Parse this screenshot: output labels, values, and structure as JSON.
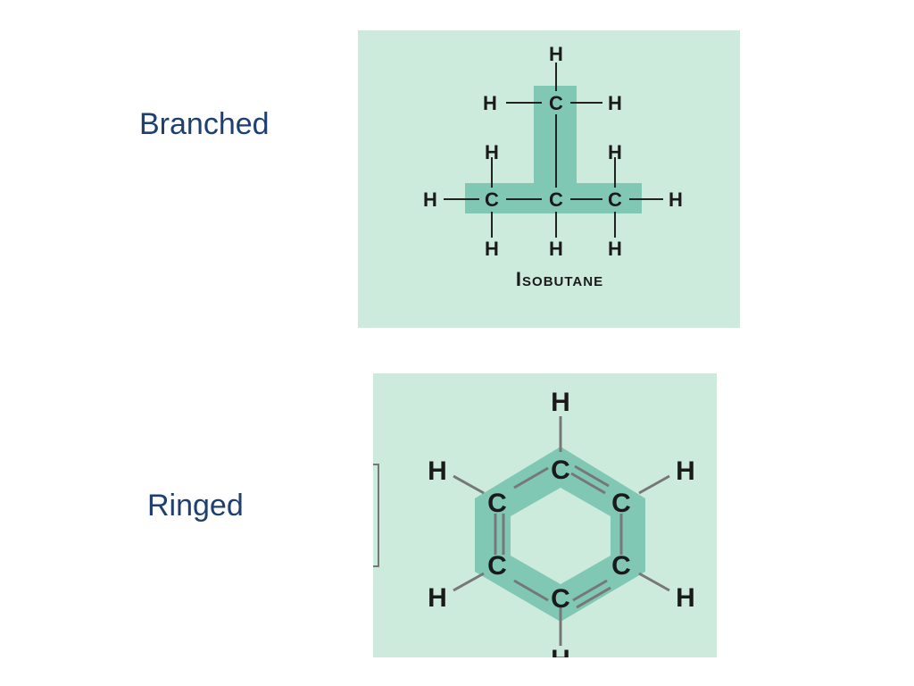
{
  "slide": {
    "branched_label": "Branched",
    "ringed_label": "Ringed"
  },
  "isobutane": {
    "caption": "Isobutane",
    "atoms": {
      "c_top": "C",
      "c_left": "C",
      "c_mid": "C",
      "c_right": "C",
      "h_top": "H",
      "h_top_left": "H",
      "h_top_right": "H",
      "h_left_up": "H",
      "h_right_up": "H",
      "h_far_left": "H",
      "h_far_right": "H",
      "h_left_down": "H",
      "h_mid_down": "H",
      "h_right_down": "H"
    }
  },
  "benzene": {
    "atoms": {
      "c_top": "C",
      "c_upper_left": "C",
      "c_upper_right": "C",
      "c_lower_left": "C",
      "c_lower_right": "C",
      "c_bottom": "C",
      "h_top": "H",
      "h_upper_left": "H",
      "h_upper_right": "H",
      "h_lower_left": "H",
      "h_lower_right": "H",
      "h_bottom": "H"
    }
  },
  "colors": {
    "panel_background": "#cdebdd",
    "highlight": "#80c7b4",
    "label_text": "#1f3f73"
  }
}
